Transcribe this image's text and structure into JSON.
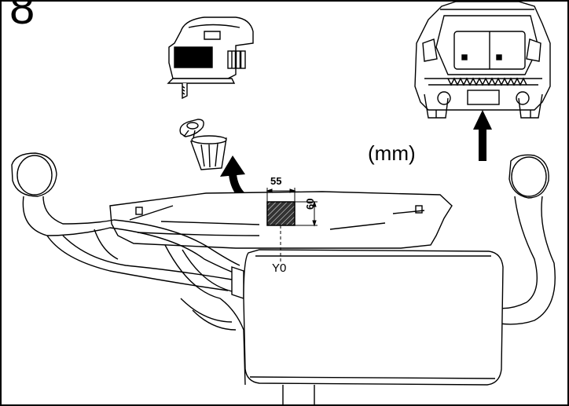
{
  "step_number": "8",
  "unit_label": "(mm)",
  "dimensions": {
    "width": "55",
    "height": "60",
    "reference": "Y0"
  },
  "icons": [
    "jigsaw-icon",
    "trash-bin-icon",
    "vehicle-rear-icon",
    "up-arrow-icon",
    "curved-arrow-icon",
    "cut-area-icon"
  ]
}
